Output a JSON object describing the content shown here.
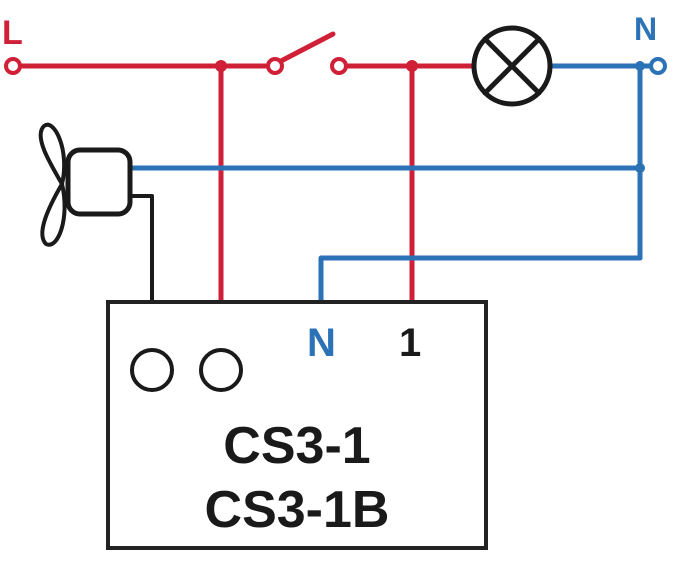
{
  "labels": {
    "live": "L",
    "neutral_top": "N",
    "neutral_terminal": "N",
    "switched_terminal": "1",
    "model_primary": "CS3-1",
    "model_secondary": "CS3-1B"
  },
  "colors": {
    "live": "#cf2038",
    "neutral": "#2b72b6",
    "control": "#1a1a1a",
    "box": "#222222",
    "background": "#ffffff"
  },
  "icons": {
    "lamp": "lamp-icon",
    "fan": "fan-icon",
    "switch": "switch-icon"
  }
}
